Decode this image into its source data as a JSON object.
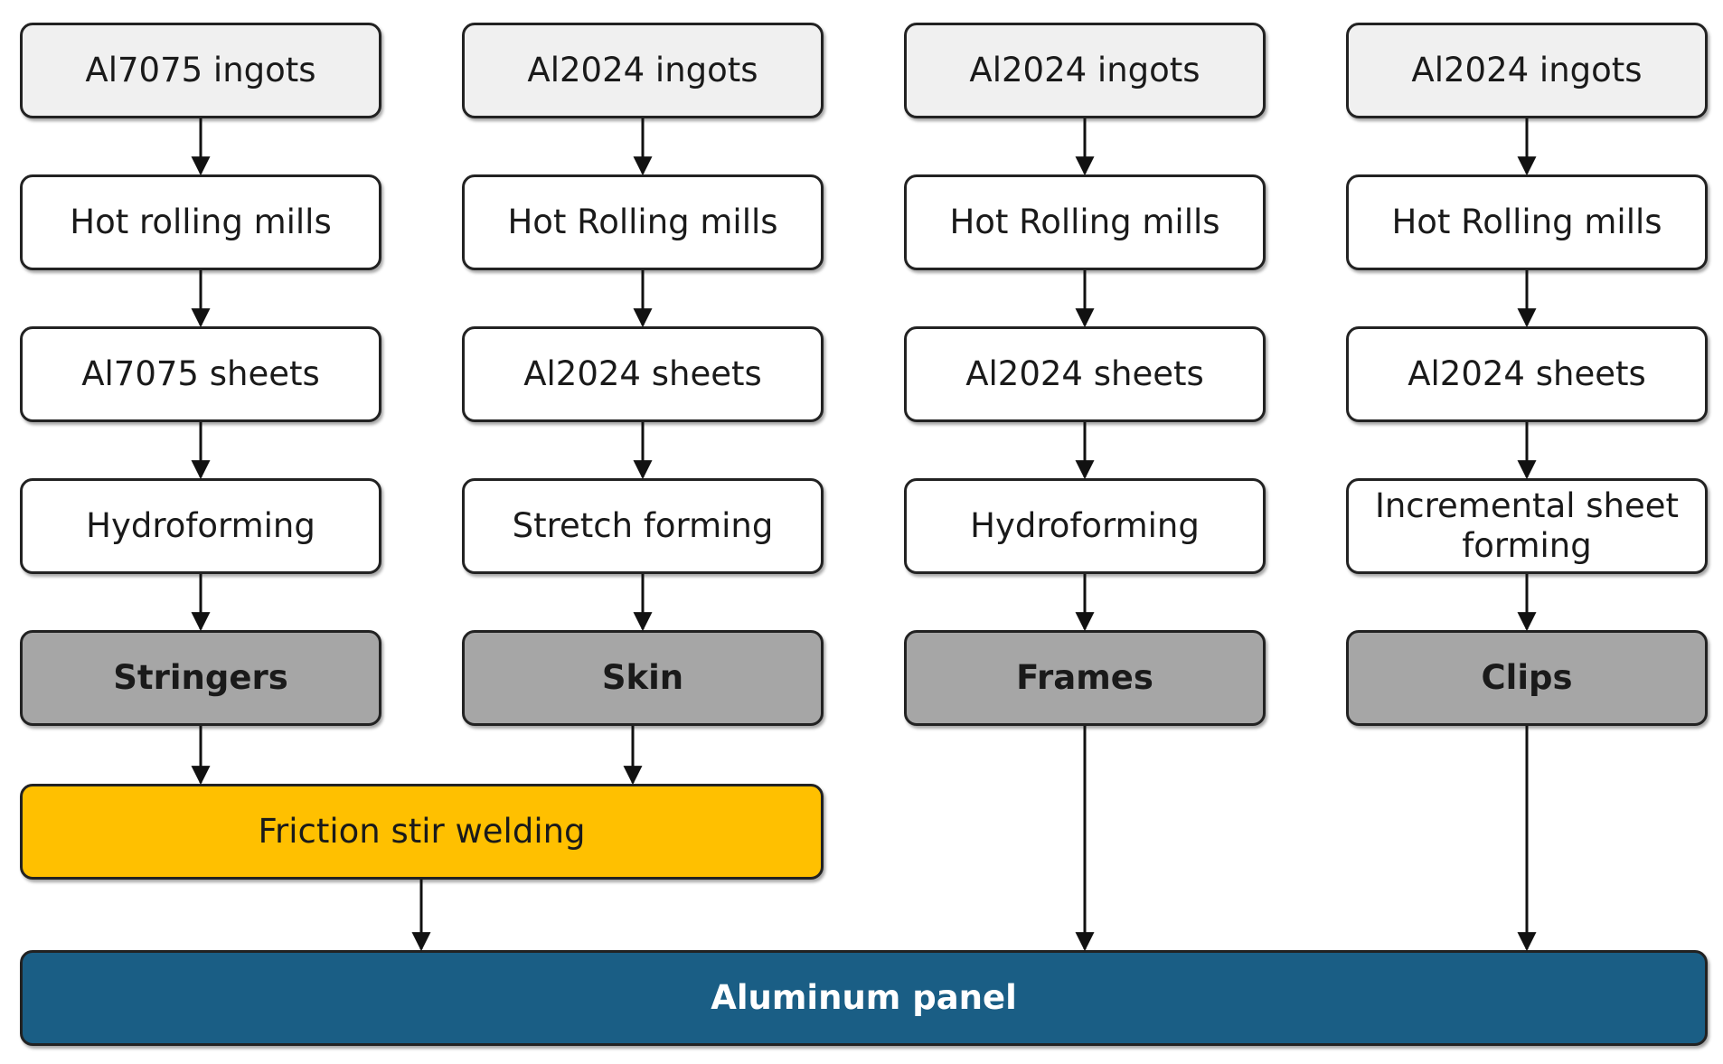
{
  "colors": {
    "ingot_fill": "#f0f0f0",
    "step_fill": "#ffffff",
    "part_fill": "#a6a6a6",
    "welding_fill": "#ffc000",
    "panel_fill": "#1a5e85",
    "panel_text": "#ffffff",
    "border": "#222222"
  },
  "columns": [
    {
      "ingot": "Al7075 ingots",
      "rolling": "Hot rolling mills",
      "sheets": "Al7075 sheets",
      "forming": "Hydroforming",
      "part": "Stringers"
    },
    {
      "ingot": "Al2024 ingots",
      "rolling": "Hot Rolling mills",
      "sheets": "Al2024 sheets",
      "forming": "Stretch forming",
      "part": "Skin"
    },
    {
      "ingot": "Al2024 ingots",
      "rolling": "Hot Rolling mills",
      "sheets": "Al2024 sheets",
      "forming": "Hydroforming",
      "part": "Frames"
    },
    {
      "ingot": "Al2024 ingots",
      "rolling": "Hot Rolling mills",
      "sheets": "Al2024 sheets",
      "forming": "Incremental sheet forming",
      "part": "Clips"
    }
  ],
  "welding": "Friction stir welding",
  "panel": "Aluminum panel"
}
